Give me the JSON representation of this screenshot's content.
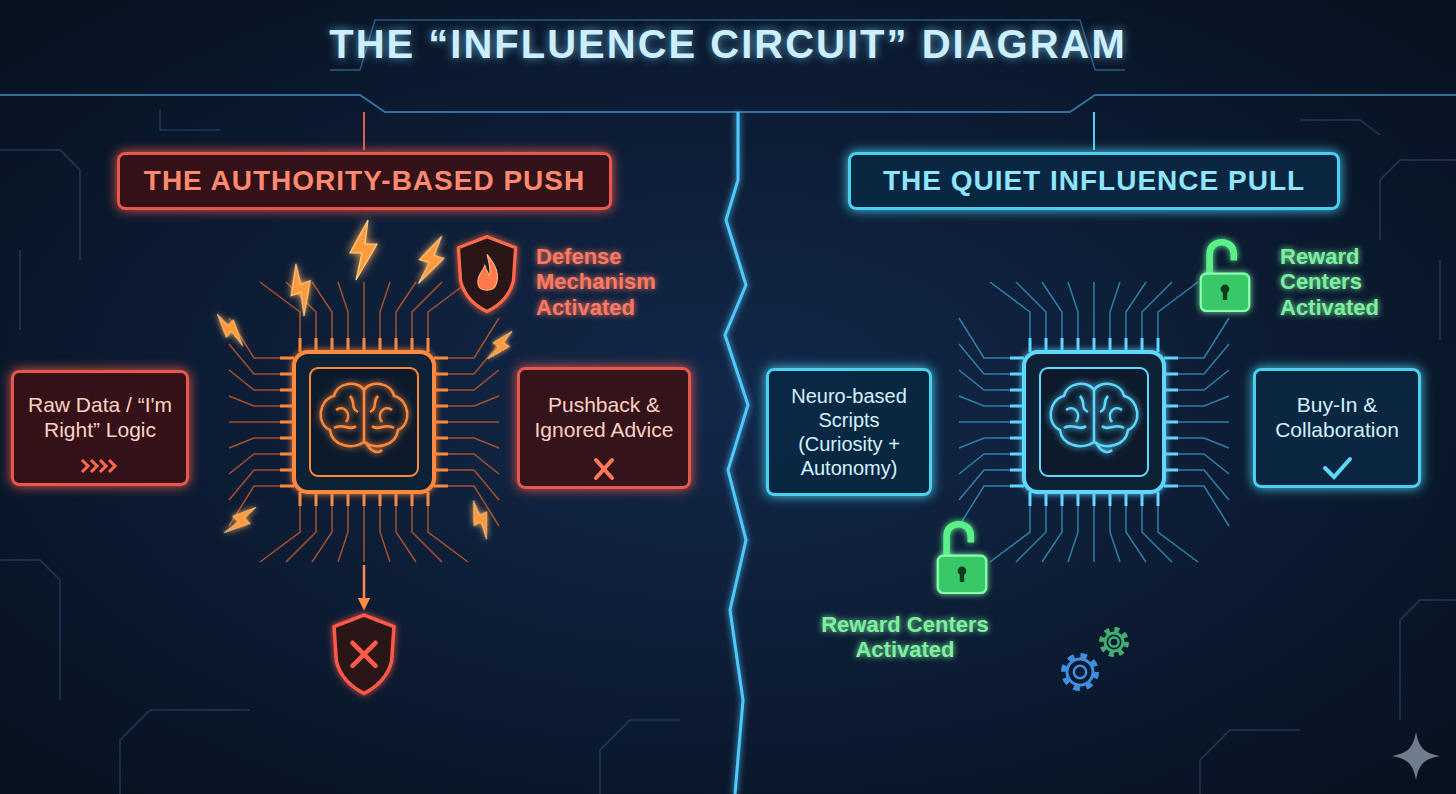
{
  "diagram": {
    "title": "THE “INFLUENCE CIRCUIT” DIAGRAM",
    "nodes": [
      {
        "text": [
          "THE AUTHORITY-BASED PUSH"
        ]
      },
      {
        "text": [
          "Raw Data / “I'm Right” Logic"
        ]
      },
      {
        "text": [
          "Pushback & Ignored Advice"
        ]
      },
      {
        "text": [
          "THE QUIET INFLUENCE PULL"
        ]
      },
      {
        "text": [
          "Neuro-based Scripts (Curiosity + Autonomy)"
        ]
      },
      {
        "text": [
          "Buy-In & Collaboration"
        ]
      }
    ],
    "labels": [
      "Defense Mechanism Activated",
      "Reward Centers Activated",
      "Reward Centers Activated"
    ]
  }
}
